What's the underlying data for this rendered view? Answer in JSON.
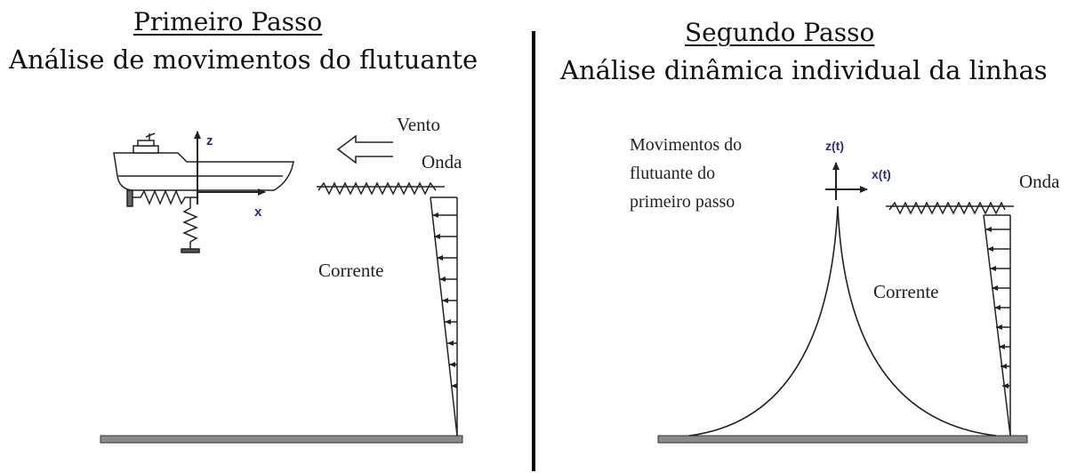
{
  "step1": {
    "heading": "Primeiro Passo",
    "subtitle": "Análise de movimentos do flutuante",
    "labels": {
      "wind": "Vento",
      "wave": "Onda",
      "current": "Corrente",
      "axis_z": "z",
      "axis_x": "x"
    }
  },
  "step2": {
    "heading": "Segundo Passo",
    "subtitle": "Análise dinâmica individual da linhas",
    "labels": {
      "motions_line1": "Movimentos do",
      "motions_line2": "flutuante do",
      "motions_line3": "primeiro passo",
      "wave": "Onda",
      "current": "Corrente",
      "axis_z": "z(t)",
      "axis_x": "x(t)"
    }
  },
  "colors": {
    "ink": "#222222",
    "axis_label": "#2a2a8a",
    "seabed": "#888888"
  }
}
